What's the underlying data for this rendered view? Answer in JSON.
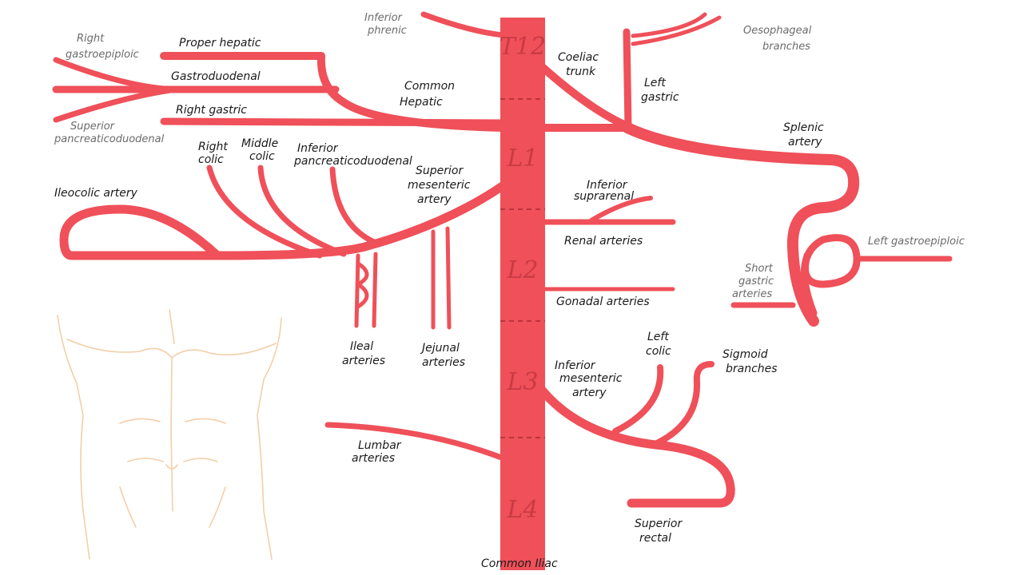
{
  "colors": {
    "artery": "#ef5059",
    "vertebra_text": "#c93a45",
    "label_dark": "#1a1a1a",
    "label_grey": "#6b6b6b",
    "torso": "#f3cfa8",
    "background": "#ffffff"
  },
  "vertebrae": [
    "T12",
    "L1",
    "L2",
    "L3",
    "L4"
  ],
  "labels": {
    "inferior_phrenic": [
      "Inferior",
      "phrenic"
    ],
    "oesophageal_branches": [
      "Oesophageal",
      "branches"
    ],
    "right_gastroepiploic": [
      "Right",
      "gastroepiploic"
    ],
    "proper_hepatic": "Proper hepatic",
    "gastroduodenal": "Gastroduodenal",
    "common_hepatic": [
      "Common",
      "Hepatic"
    ],
    "right_gastric": "Right gastric",
    "coeliac_trunk": [
      "Coeliac",
      "trunk"
    ],
    "left_gastric": [
      "Left",
      "gastric"
    ],
    "superior_pancreaticoduodenal": [
      "Superior",
      "pancreaticoduodenal"
    ],
    "splenic_artery": [
      "Splenic",
      "artery"
    ],
    "right_colic": [
      "Right",
      "colic"
    ],
    "middle_colic": [
      "Middle",
      "colic"
    ],
    "inferior_pancreaticoduodenal": [
      "Inferior",
      "pancreaticoduodenal"
    ],
    "superior_mesenteric_artery": [
      "Superior",
      "mesenteric",
      "artery"
    ],
    "ileocolic_artery": "Ileocolic artery",
    "inferior_suprarenal": [
      "Inferior",
      "suprarenal"
    ],
    "renal_arteries": "Renal arteries",
    "left_gastroepiploic": "Left gastroepiploic",
    "short_gastric_arteries": [
      "Short",
      "gastric",
      "arteries"
    ],
    "gonadal_arteries": "Gonadal arteries",
    "ileal_arteries": [
      "Ileal",
      "arteries"
    ],
    "jejunal_arteries": [
      "Jejunal",
      "arteries"
    ],
    "left_colic": [
      "Left",
      "colic"
    ],
    "sigmoid_branches": [
      "Sigmoid",
      "branches"
    ],
    "inferior_mesenteric_artery": [
      "Inferior",
      "mesenteric",
      "artery"
    ],
    "lumbar_arteries": [
      "Lumbar",
      "arteries"
    ],
    "superior_rectal": [
      "Superior",
      "rectal"
    ],
    "common_iliac": "Common Iliac"
  }
}
